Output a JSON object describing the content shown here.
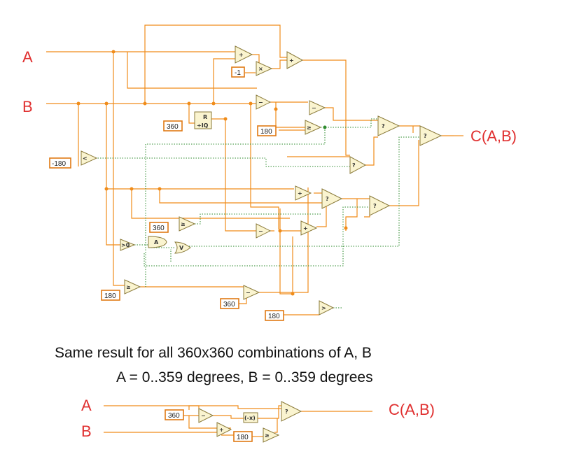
{
  "labels": {
    "a_top": "A",
    "b_top": "B",
    "out_top": "C(A,B)",
    "a_bottom": "A",
    "b_bottom": "B",
    "out_bottom": "C(A,B)"
  },
  "caption": {
    "line1": "Same result for all 360x360 combinations of A, B",
    "line2": "A = 0..359 degrees, B = 0..359 degrees"
  },
  "constants": {
    "neg1": "-1",
    "c360_a": "360",
    "c180_a": "180",
    "cm180": "-180",
    "c360_b": "360",
    "c180_b": "180",
    "c360_c": "360",
    "c180_c": "180",
    "c360_bottom": "360",
    "c180_bottom": "180"
  },
  "symbols": {
    "add": "+",
    "sub": "−",
    "mul": "×",
    "lt": "<",
    "gt": ">",
    "ge": "≥",
    "gt0": ">0",
    "abs": "A",
    "or": "V",
    "mod": "R",
    "neg": "(-x)",
    "sel": "?"
  },
  "colors": {
    "wire": "#f08c1a",
    "bool_wire": "#2e8b2e",
    "node_fill": "#faf4d0",
    "label_red": "#e03030"
  }
}
